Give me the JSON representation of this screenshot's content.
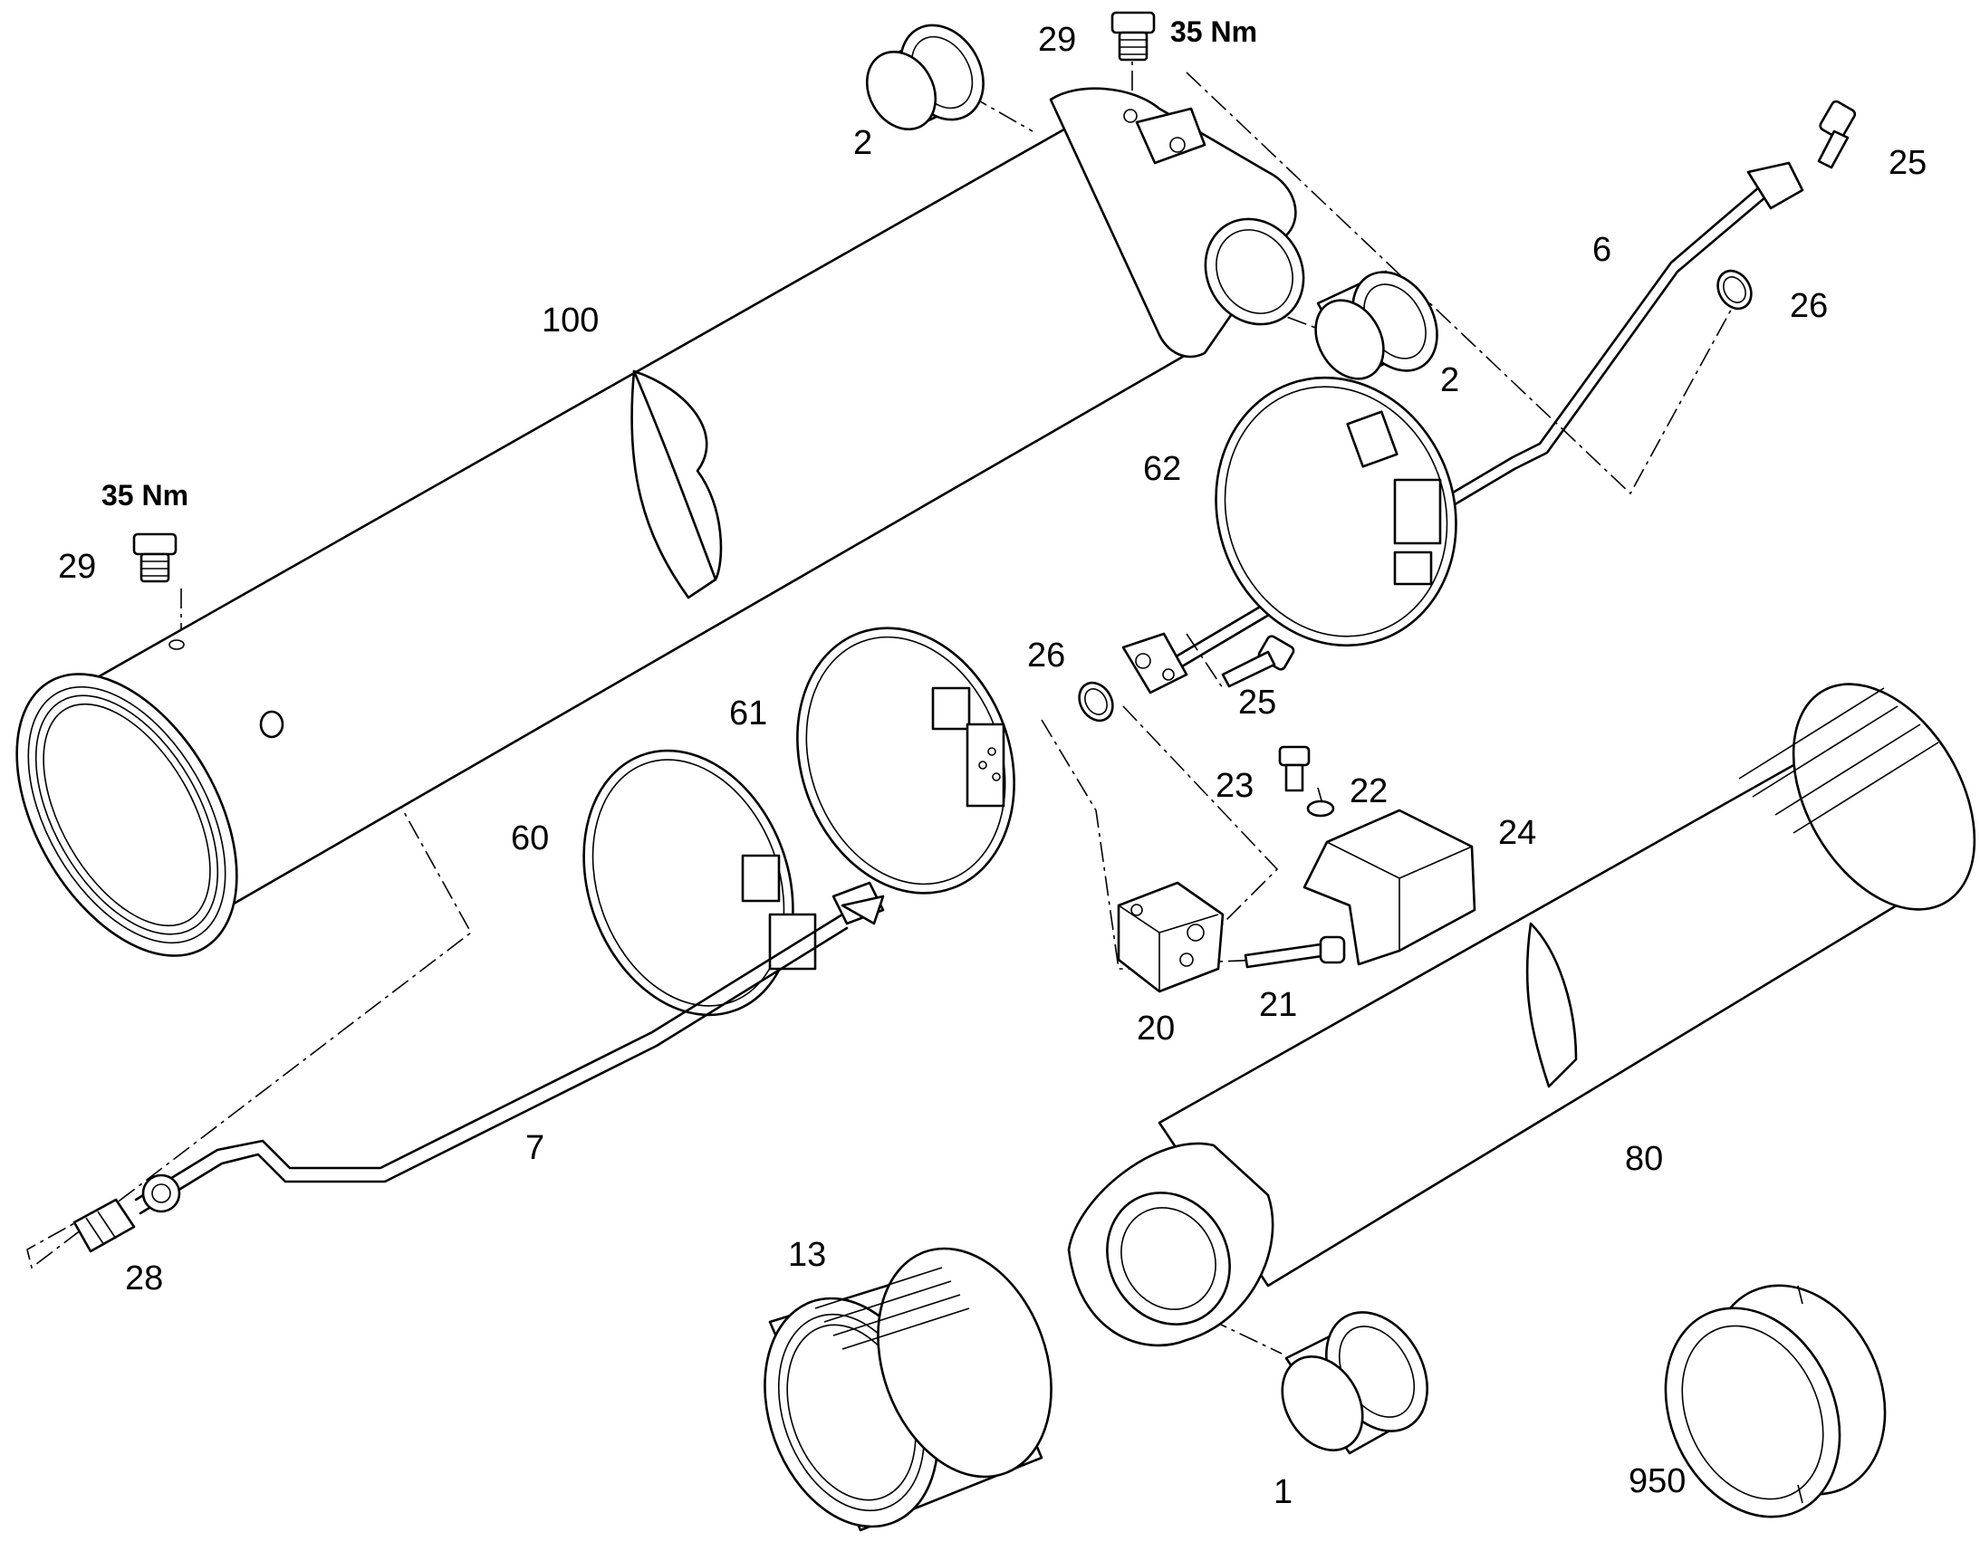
{
  "diagram": {
    "callouts": [
      {
        "id": "p100",
        "text": "100"
      },
      {
        "id": "p2a",
        "text": "2"
      },
      {
        "id": "p2b",
        "text": "2"
      },
      {
        "id": "p29a",
        "text": "29"
      },
      {
        "id": "p29b",
        "text": "29"
      },
      {
        "id": "p25a",
        "text": "25"
      },
      {
        "id": "p25b",
        "text": "25"
      },
      {
        "id": "p26a",
        "text": "26"
      },
      {
        "id": "p26b",
        "text": "26"
      },
      {
        "id": "p6",
        "text": "6"
      },
      {
        "id": "p62",
        "text": "62"
      },
      {
        "id": "p61",
        "text": "61"
      },
      {
        "id": "p60",
        "text": "60"
      },
      {
        "id": "p23",
        "text": "23"
      },
      {
        "id": "p22",
        "text": "22"
      },
      {
        "id": "p24",
        "text": "24"
      },
      {
        "id": "p21",
        "text": "21"
      },
      {
        "id": "p20",
        "text": "20"
      },
      {
        "id": "p7",
        "text": "7"
      },
      {
        "id": "p28",
        "text": "28"
      },
      {
        "id": "p80",
        "text": "80"
      },
      {
        "id": "p13",
        "text": "13"
      },
      {
        "id": "p1",
        "text": "1"
      },
      {
        "id": "p950",
        "text": "950"
      }
    ],
    "torque_labels": [
      {
        "id": "t_top",
        "text": "35 Nm"
      },
      {
        "id": "t_left",
        "text": "35 Nm"
      }
    ]
  }
}
